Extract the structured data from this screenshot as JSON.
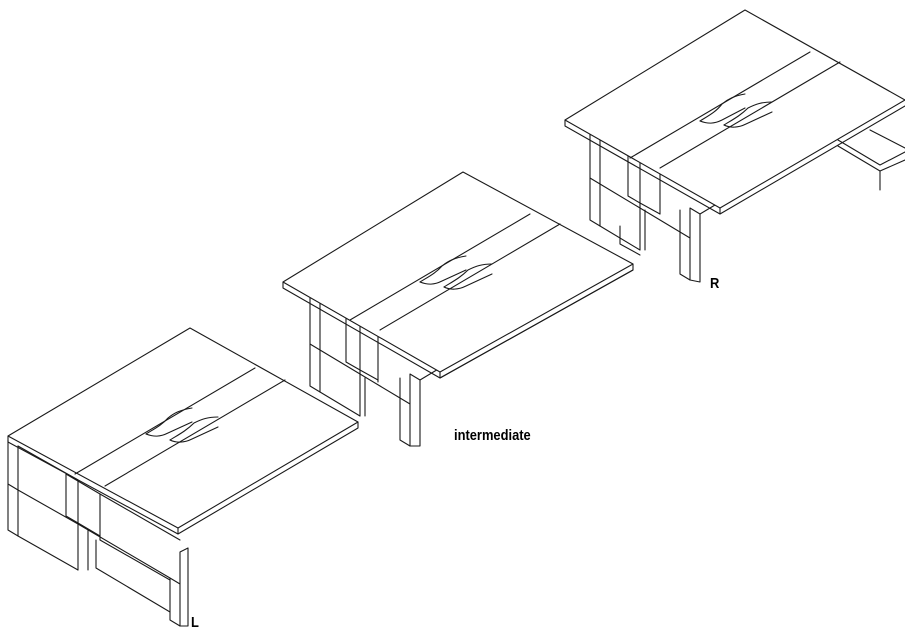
{
  "modules": [
    {
      "id": "left",
      "label": "L"
    },
    {
      "id": "intermediate",
      "label": "intermediate"
    },
    {
      "id": "right",
      "label": "R"
    }
  ],
  "colors": {
    "line": "#1a1a1a",
    "background": "#ffffff"
  }
}
